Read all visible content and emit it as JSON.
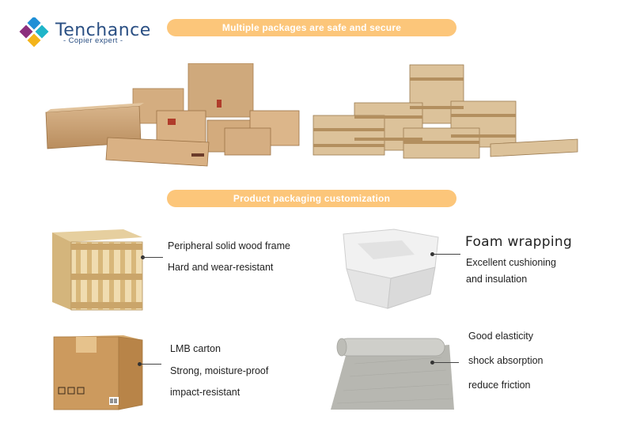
{
  "brand": {
    "name": "Tenchance",
    "tagline": "- Copier expert -",
    "colors": {
      "blue": "#2a4f83",
      "banner": "#fcc67a"
    }
  },
  "banners": {
    "top": "Multiple packages are safe and secure",
    "middle": "Product packaging customization"
  },
  "features": {
    "wood": {
      "line1": "Peripheral solid wood frame",
      "line2": "Hard and wear-resistant"
    },
    "foam": {
      "title": "Foam wrapping",
      "line1": "Excellent cushioning",
      "line2": "and insulation"
    },
    "carton": {
      "line1": "LMB carton",
      "line2": "Strong, moisture-proof",
      "line3": "impact-resistant"
    },
    "roll": {
      "line1": "Good elasticity",
      "line2": "shock absorption",
      "line3": "reduce friction"
    }
  },
  "icons": [
    "logo-diamond-icon",
    "wood-crate-image",
    "carton-box-image",
    "foam-insert-image",
    "foam-roll-image"
  ]
}
